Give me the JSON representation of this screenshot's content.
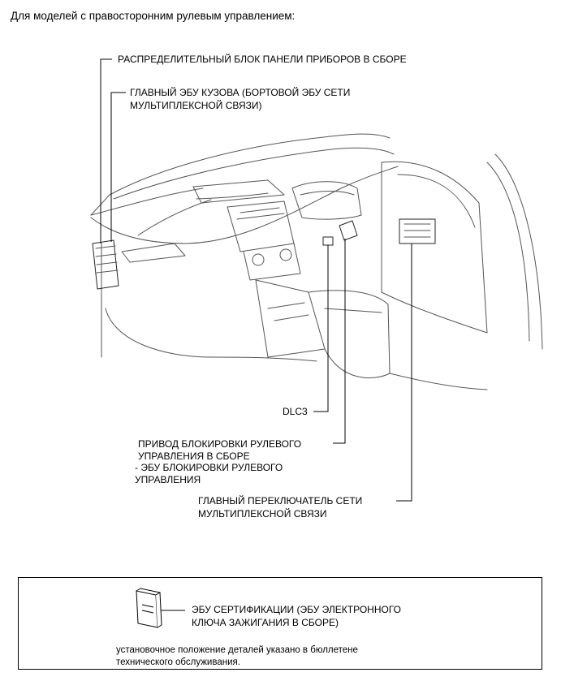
{
  "heading": "Для моделей с правосторонним рулевым управлением:",
  "labels": {
    "junction_block": "РАСПРЕДЕЛИТЕЛЬНЫЙ БЛОК ПАНЕЛИ ПРИБОРОВ В СБОРЕ",
    "body_ecu_line1": "ГЛАВНЫЙ ЭБУ КУЗОВА (БОРТОВОЙ ЭБУ СЕТИ",
    "body_ecu_line2": "МУЛЬТИПЛЕКСНОЙ СВЯЗИ)",
    "dlc3": "DLC3",
    "steering_lock_line1": "ПРИВОД БЛОКИРОВКИ РУЛЕВОГО",
    "steering_lock_line2": "УПРАВЛЕНИЯ В СБОРЕ",
    "steering_lock_ecu_line1": "- ЭБУ БЛОКИРОВКИ РУЛЕВОГО",
    "steering_lock_ecu_line2": "УПРАВЛЕНИЯ",
    "master_switch_line1": "ГЛАВНЫЙ ПЕРЕКЛЮЧАТЕЛЬ СЕТИ",
    "master_switch_line2": "МУЛЬТИПЛЕКСНОЙ СВЯЗИ"
  },
  "note": {
    "cert_ecu_line1": "ЭБУ СЕРТИФИКАЦИИ (ЭБУ ЭЛЕКТРОННОГО",
    "cert_ecu_line2": "КЛЮЧА ЗАЖИГАНИЯ В СБОРЕ)",
    "footer_line1": "установочное положение деталей указано в бюллетене",
    "footer_line2": "технического обслуживания."
  }
}
